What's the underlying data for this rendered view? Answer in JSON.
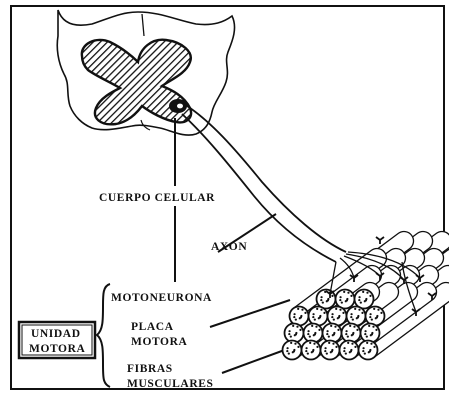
{
  "labels": {
    "cuerpo_celular": "CUERPO CELULAR",
    "axon": "AXON",
    "motoneurona": "MOTONEURONA",
    "placa_line1": "PLACA",
    "placa_line2": "MOTORA",
    "fibras_line1": "FIBRAS",
    "fibras_line2": "MUSCULARES",
    "unidad_line1": "UNIDAD",
    "unidad_line2": "MOTORA"
  },
  "colors": {
    "ink": "#111111",
    "background": "#ffffff"
  }
}
